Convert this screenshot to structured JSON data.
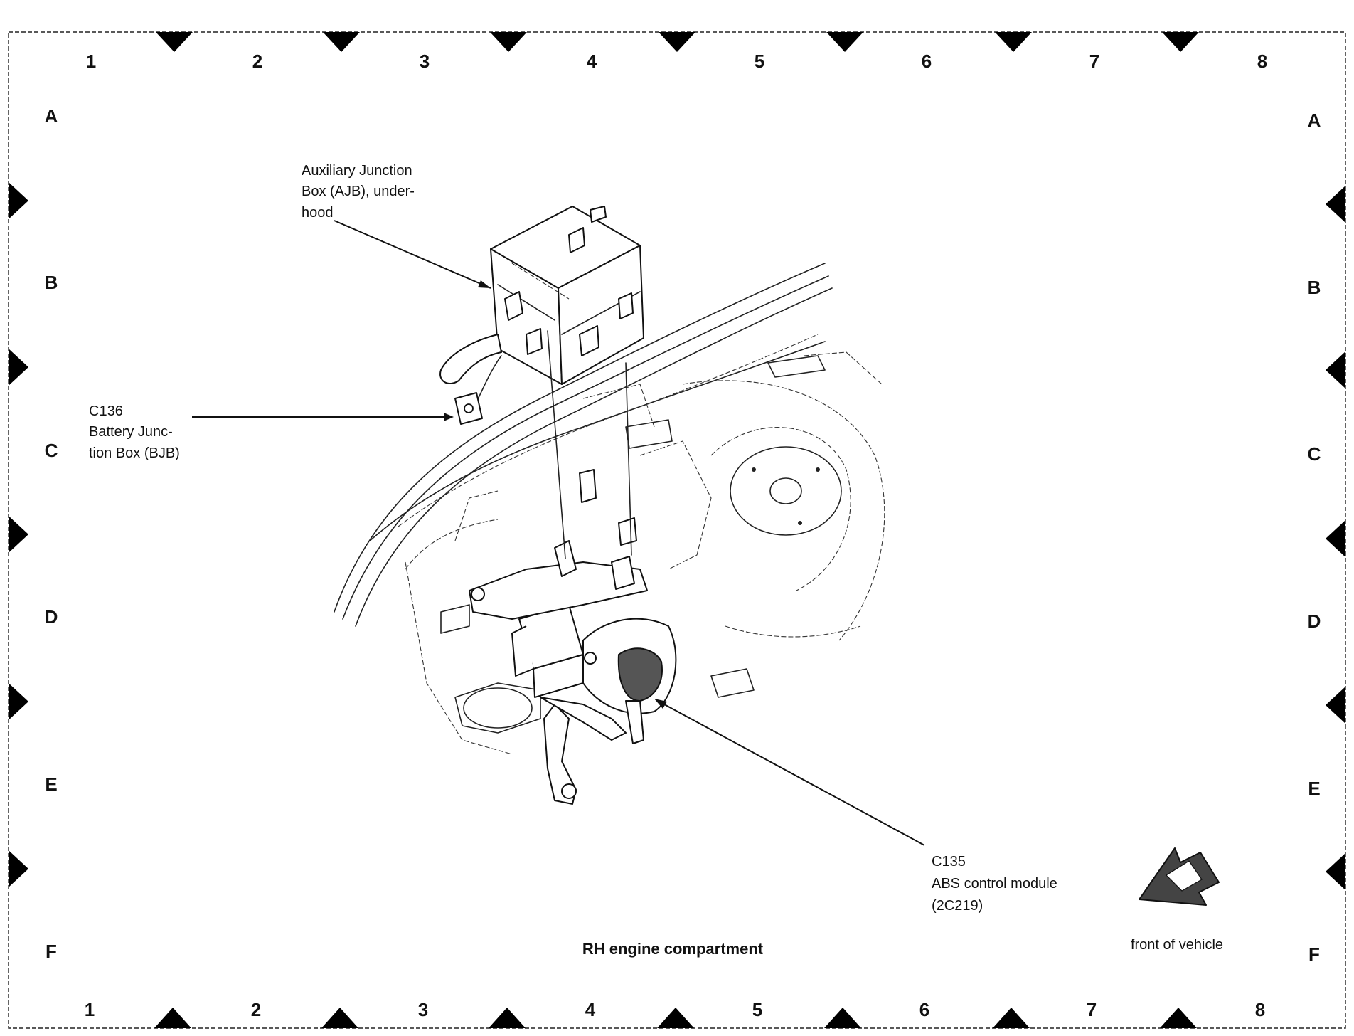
{
  "grid": {
    "columns": [
      "1",
      "2",
      "3",
      "4",
      "5",
      "6",
      "7",
      "8"
    ],
    "rows": [
      "A",
      "B",
      "C",
      "D",
      "E",
      "F"
    ]
  },
  "callouts": {
    "ajb": [
      "Auxiliary Junction",
      "Box (AJB), under-",
      "hood"
    ],
    "bjb": [
      "C136",
      "Battery Junc-",
      "tion Box (BJB)"
    ],
    "abs": [
      "C135",
      "ABS control module",
      "(2C219)"
    ]
  },
  "caption": "RH engine compartment",
  "front_label": "front of vehicle",
  "icons": {
    "front_arrow": "front-of-vehicle-arrow-icon",
    "edge_marker": "triangle-marker-icon"
  }
}
